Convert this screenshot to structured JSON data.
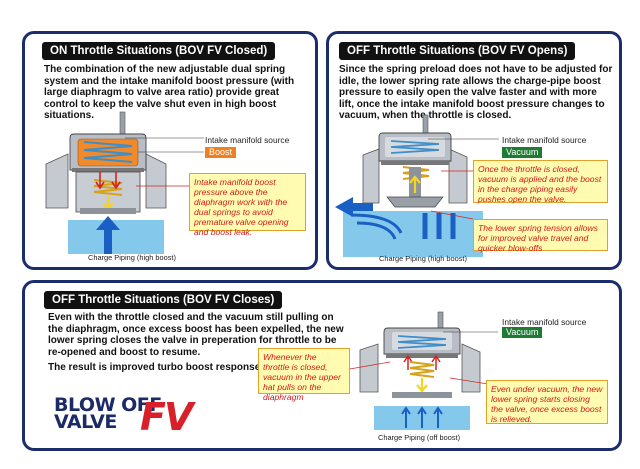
{
  "panels": [
    {
      "title": "ON Throttle Situations (BOV FV Closed)",
      "text": "The combination of the new adjustable dual spring system and the intake manifold boost pressure (with large diaphragm to valve area ratio) provide great control to keep the valve shut even in high boost situations.",
      "source_label": "Intake manifold source",
      "tag": "Boost",
      "notes": [
        "Intake manifold boost pressure above the diaphragm work with the dual springs to avoid premature valve opening and boost leak."
      ],
      "pipe_label": "Charge Piping (high boost)"
    },
    {
      "title": "OFF Throttle Situations (BOV FV Opens)",
      "text": "Since the spring preload does not have to be adjusted for idle, the lower spring rate allows the charge-pipe boost pressure to easily open the valve faster and with more lift, once the intake manifold boost pressure changes to vacuum, when the throttle is closed.",
      "source_label": "Intake manifold source",
      "tag": "Vacuum",
      "notes": [
        "Once the throttle is closed, vacuum is applied and the boost in the charge piping easily pushes open the valve.",
        "The lower spring tension allows for improved valve travel and quicker blow-offs"
      ],
      "pipe_label": "Charge Piping (high boost)"
    },
    {
      "title": "OFF Throttle Situations  (BOV FV Closes)",
      "text": "Even with the throttle closed and the vacuum still pulling on the diaphragm, once excess boost has been expelled, the new lower spring closes the valve in preperation for throttle to be re-opened and boost to resume.",
      "text2": "The result is improved turbo boost response.",
      "source_label": "Intake manifold source",
      "tag": "Vacuum",
      "notes": [
        "Whenever the throttle is closed, vacuum in the upper hat pulls on the diaphragm",
        "Even under vacuum, the new lower spring starts closing the valve, once excess boost is relieved."
      ],
      "pipe_label": "Charge Piping (off boost)"
    }
  ],
  "logo": {
    "line1": "BLOW OFF",
    "line2": "VALVE",
    "mark": "FV"
  },
  "colors": {
    "border": "#1c2d6b",
    "boost": "#f07f1e",
    "vacuum": "#1f7a33",
    "note_text": "#d31b1b",
    "pipe": "#7fc8ec",
    "arrow": "#1a5fc4"
  }
}
